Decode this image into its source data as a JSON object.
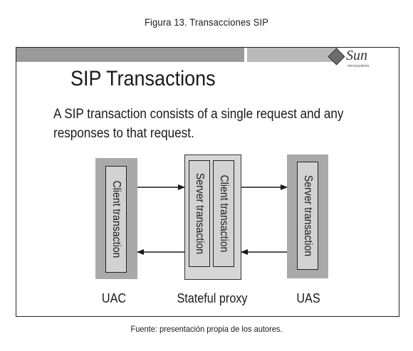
{
  "figure": {
    "caption": "Figura 13. Transacciones SIP",
    "source": "Fuente: presentación propia de los autores."
  },
  "slide": {
    "logo_text": "Sun",
    "logo_subtext": "microsystems",
    "title": "SIP Transactions",
    "body": "A SIP transaction consists of a single request and any responses to that request."
  },
  "nodes": {
    "uac": {
      "label": "UAC",
      "inner": "Client transaction"
    },
    "proxy": {
      "label": "Stateful proxy",
      "inner_left": "Server transaction",
      "inner_right": "Client transaction"
    },
    "uas": {
      "label": "UAS",
      "inner": "Server transaction"
    }
  },
  "arrows": {
    "request": "right",
    "response": "left"
  }
}
